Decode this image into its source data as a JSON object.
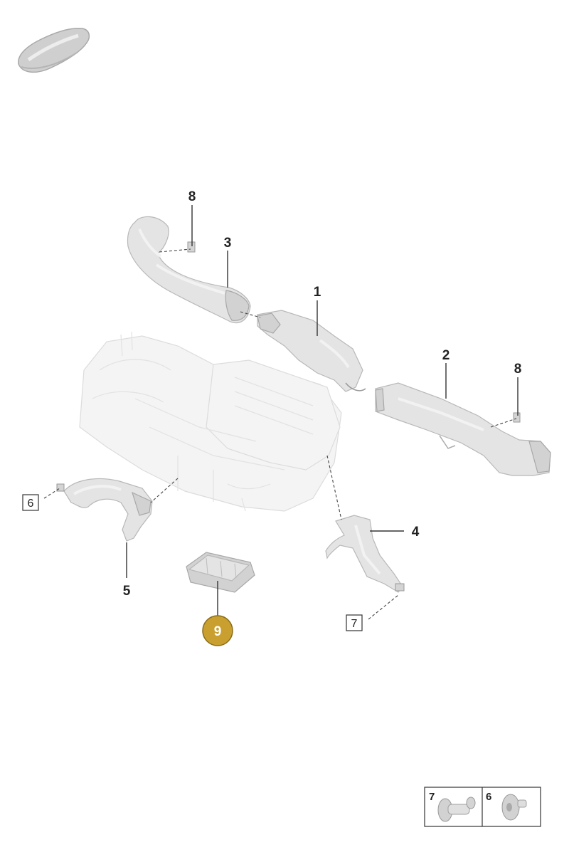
{
  "highlight_color": "#c9a030",
  "callouts": [
    {
      "id": "c1",
      "label": "1"
    },
    {
      "id": "c2",
      "label": "2"
    },
    {
      "id": "c3",
      "label": "3"
    },
    {
      "id": "c4",
      "label": "4"
    },
    {
      "id": "c5",
      "label": "5"
    },
    {
      "id": "c8a",
      "label": "8"
    },
    {
      "id": "c8b",
      "label": "8"
    }
  ],
  "boxed_refs": [
    {
      "id": "b6",
      "label": "6"
    },
    {
      "id": "b7",
      "label": "7"
    }
  ],
  "highlighted_callout": {
    "label": "9"
  },
  "legend": [
    {
      "label": "7"
    },
    {
      "label": "6"
    }
  ]
}
